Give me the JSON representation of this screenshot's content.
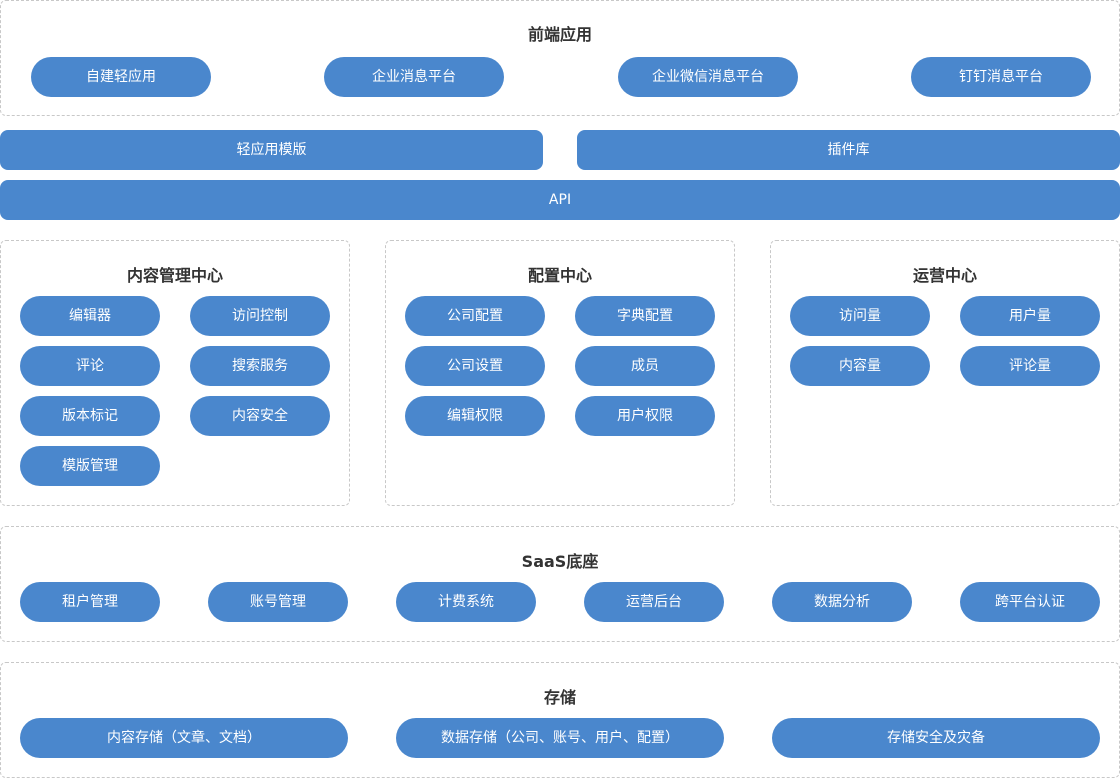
{
  "frontend": {
    "title": "前端应用",
    "items": [
      "自建轻应用",
      "企业消息平台",
      "企业微信消息平台",
      "钉钉消息平台"
    ]
  },
  "middle_bars": {
    "templates": "轻应用模版",
    "plugins": "插件库",
    "api": "API"
  },
  "content_center": {
    "title": "内容管理中心",
    "items": [
      "编辑器",
      "访问控制",
      "评论",
      "搜索服务",
      "版本标记",
      "内容安全",
      "模版管理"
    ]
  },
  "config_center": {
    "title": "配置中心",
    "items": [
      "公司配置",
      "字典配置",
      "公司设置",
      "成员",
      "编辑权限",
      "用户权限"
    ]
  },
  "ops_center": {
    "title": "运营中心",
    "items": [
      "访问量",
      "用户量",
      "内容量",
      "评论量"
    ]
  },
  "saas": {
    "title": "SaaS底座",
    "items": [
      "租户管理",
      "账号管理",
      "计费系统",
      "运营后台",
      "数据分析",
      "跨平台认证"
    ]
  },
  "storage": {
    "title": "存储",
    "items": [
      "内容存储（文章、文档）",
      "数据存储（公司、账号、用户、配置）",
      "存储安全及灾备"
    ]
  },
  "colors": {
    "pill": "#4a87cd",
    "border": "#c8c8c8",
    "title_text": "#333333"
  }
}
